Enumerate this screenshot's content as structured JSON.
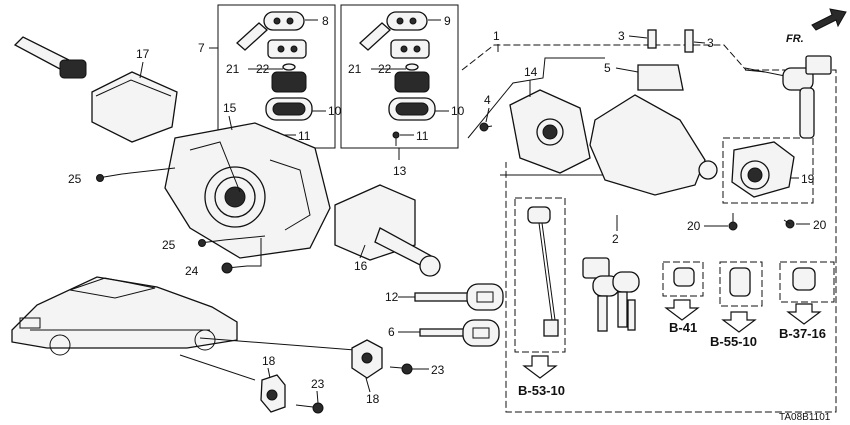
{
  "diagram": {
    "code": "TA08B1101",
    "direction_label": "FR.",
    "callouts": {
      "n1": "1",
      "n2": "2",
      "n3a": "3",
      "n3b": "3",
      "n4": "4",
      "n5": "5",
      "n6": "6",
      "n7": "7",
      "n8": "8",
      "n9": "9",
      "n10a": "10",
      "n10b": "10",
      "n11a": "11",
      "n11b": "11",
      "n12": "12",
      "n13": "13",
      "n14": "14",
      "n15": "15",
      "n16": "16",
      "n17": "17",
      "n18a": "18",
      "n18b": "18",
      "n19": "19",
      "n20a": "20",
      "n20b": "20",
      "n21a": "21",
      "n21b": "21",
      "n22a": "22",
      "n22b": "22",
      "n23a": "23",
      "n23b": "23",
      "n24": "24",
      "n25a": "25",
      "n25b": "25"
    },
    "references": {
      "b41": "B-41",
      "b5510": "B-55-10",
      "b3716": "B-37-16",
      "b5310": "B-53-10"
    }
  }
}
